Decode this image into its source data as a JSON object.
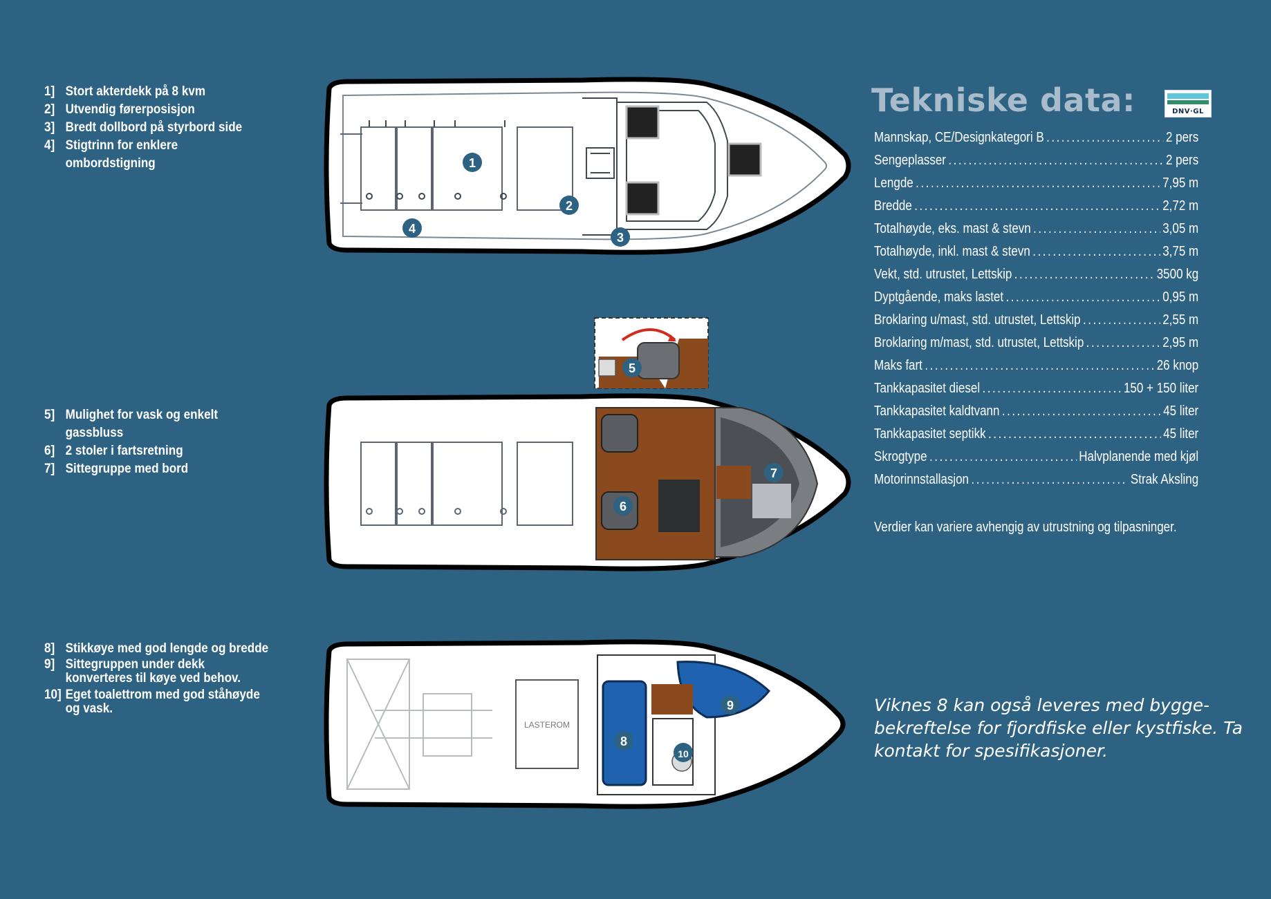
{
  "features_a": [
    {
      "num": "1]",
      "text": "Stort akterdekk på 8 kvm"
    },
    {
      "num": "2]",
      "text": "Utvendig førerposisjon"
    },
    {
      "num": "3]",
      "text": "Bredt dollbord på styrbord side"
    },
    {
      "num": "4]",
      "text": "Stigtrinn for enklere ombordstigning"
    }
  ],
  "features_b": [
    {
      "num": "5]",
      "text": "Mulighet for vask og enkelt gassbluss"
    },
    {
      "num": "6]",
      "text": "2 stoler i fartsretning"
    },
    {
      "num": "7]",
      "text": "Sittegruppe med bord"
    }
  ],
  "features_c": [
    {
      "num": "8]",
      "text": "Stikkøye med god lengde og bredde"
    },
    {
      "num": "9]",
      "text": "Sittegruppen under dekk konverteres til køye ved behov."
    },
    {
      "num": "10]",
      "text": "Eget toalettrom med god ståhøyde og vask."
    }
  ],
  "plan_markers": {
    "m1": "1",
    "m2": "2",
    "m3": "3",
    "m4": "4",
    "m5": "5",
    "m6": "6",
    "m7": "7",
    "m8": "8",
    "m9": "9",
    "m10": "10"
  },
  "plan_labels": {
    "lasterom": "LASTEROM"
  },
  "specs_title": "Tekniske data:",
  "logo_text": "DNV·GL",
  "specs": [
    {
      "label": "Mannskap, CE/Designkategori B",
      "value": "2 pers"
    },
    {
      "label": "Sengeplasser",
      "value": "2 pers"
    },
    {
      "label": "Lengde",
      "value": "7,95 m"
    },
    {
      "label": "Bredde",
      "value": "2,72 m"
    },
    {
      "label": "Totalhøyde, eks. mast & stevn",
      "value": "3,05 m"
    },
    {
      "label": "Totalhøyde, inkl. mast & stevn",
      "value": "3,75 m"
    },
    {
      "label": "Vekt, std. utrustet, Lettskip",
      "value": "3500 kg"
    },
    {
      "label": "Dyptgående, maks lastet",
      "value": "0,95 m"
    },
    {
      "label": "Broklaring u/mast, std. utrustet, Lettskip",
      "value": "2,55 m"
    },
    {
      "label": "Broklaring m/mast, std. utrustet, Lettskip",
      "value": "2,95 m"
    },
    {
      "label": "Maks fart",
      "value": "26 knop"
    },
    {
      "label": "Tankkapasitet diesel",
      "value": "150 + 150 liter"
    },
    {
      "label": "Tankkapasitet kaldtvann",
      "value": "45 liter"
    },
    {
      "label": "Tankkapasitet septikk",
      "value": "45 liter"
    },
    {
      "label": "Skrogtype",
      "value": "Halvplanende med kjøl"
    },
    {
      "label": "Motorinnstallasjon",
      "value": "Strak Aksling"
    }
  ],
  "note": "Verdier kan variere avhengig av utrustning og tilpasninger.",
  "promo": "Viknes 8 kan også leveres med bygge-bekreftelse for fjordfiske eller kystfiske. Ta kontakt for spesifikasjoner.",
  "colors": {
    "background": "#2e6282",
    "marker": "#2e6282",
    "teak": "#8a4a1e",
    "cushion": "#1f62b0",
    "title": "#a9bccb"
  }
}
